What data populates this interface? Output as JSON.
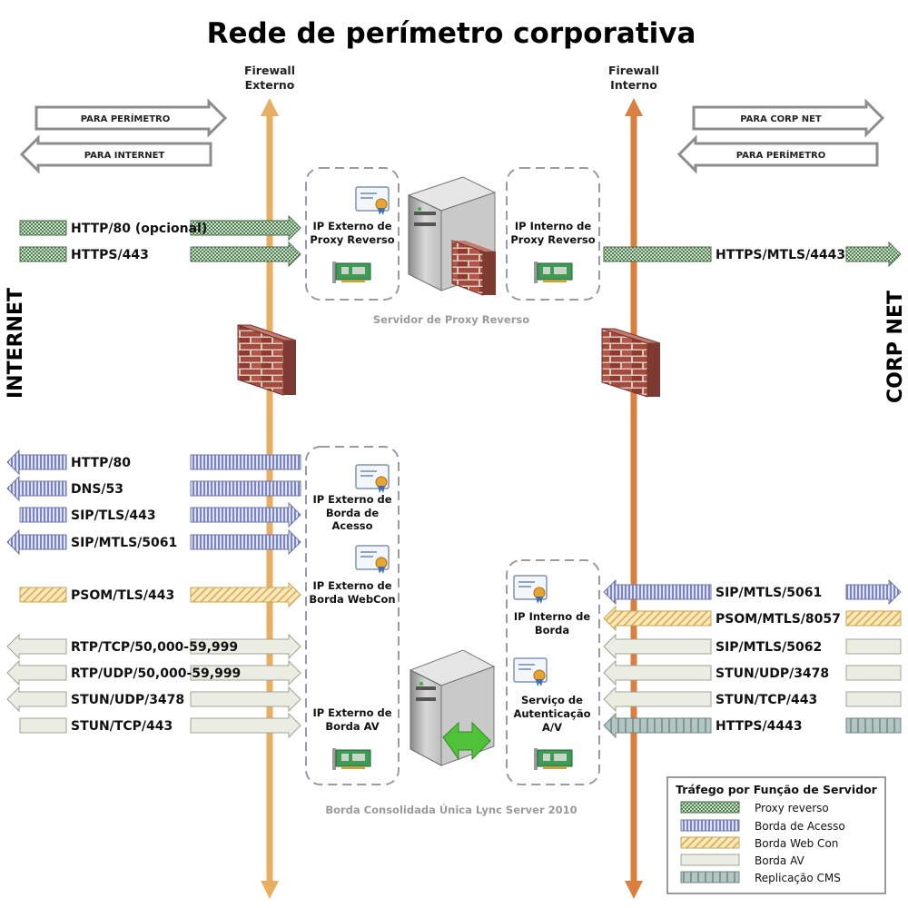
{
  "title": "Rede de perímetro corporativa",
  "sides": {
    "left": "INTERNET",
    "right": "CORP NET"
  },
  "firewalls": {
    "external": [
      "Firewall",
      "Externo"
    ],
    "internal": [
      "Firewall",
      "Interno"
    ]
  },
  "direction_arrows": {
    "left_to_perimeter": "PARA PERÍMETRO",
    "left_to_internet": "PARA INTERNET",
    "right_to_corpnet": "PARA CORP NET",
    "right_to_perimeter": "PARA PERÍMETRO"
  },
  "servers": {
    "reverse_proxy": {
      "caption": "Servidor de Proxy Reverso",
      "external_ip": [
        "IP Externo de",
        "Proxy Reverso"
      ],
      "internal_ip": [
        "IP Interno de",
        "Proxy Reverso"
      ]
    },
    "edge": {
      "caption": "Borda Consolidada Única Lync Server 2010",
      "access_ip": [
        "IP Externo de",
        "Borda de",
        "Acesso"
      ],
      "webcon_ip": [
        "IP Externo de",
        "Borda WebCon"
      ],
      "av_ip": [
        "IP Externo de",
        "Borda AV"
      ],
      "internal_ip": [
        "IP Interno de",
        "Borda"
      ],
      "av_auth": [
        "Serviço de",
        "Autenticação",
        "A/V"
      ]
    }
  },
  "external_flows": [
    {
      "label": "HTTP/80 (opcional)",
      "type": "proxy",
      "dir": "in"
    },
    {
      "label": "HTTPS/443",
      "type": "proxy",
      "dir": "in"
    },
    {
      "label": "HTTP/80",
      "type": "access",
      "dir": "out"
    },
    {
      "label": "DNS/53",
      "type": "access",
      "dir": "out"
    },
    {
      "label": "SIP/TLS/443",
      "type": "access",
      "dir": "in"
    },
    {
      "label": "SIP/MTLS/5061",
      "type": "access",
      "dir": "both"
    },
    {
      "label": "PSOM/TLS/443",
      "type": "webcon",
      "dir": "in"
    },
    {
      "label": "RTP/TCP/50,000-59,999",
      "type": "av",
      "dir": "both"
    },
    {
      "label": "RTP/UDP/50,000-59,999",
      "type": "av",
      "dir": "both"
    },
    {
      "label": "STUN/UDP/3478",
      "type": "av",
      "dir": "both"
    },
    {
      "label": "STUN/TCP/443",
      "type": "av",
      "dir": "in"
    }
  ],
  "internal_flows": [
    {
      "label": "HTTPS/MTLS/4443",
      "type": "proxy",
      "dir": "in"
    },
    {
      "label": "SIP/MTLS/5061",
      "type": "access",
      "dir": "both"
    },
    {
      "label": "PSOM/MTLS/8057",
      "type": "webcon",
      "dir": "out"
    },
    {
      "label": "SIP/MTLS/5062",
      "type": "av",
      "dir": "out"
    },
    {
      "label": "STUN/UDP/3478",
      "type": "av",
      "dir": "out"
    },
    {
      "label": "STUN/TCP/443",
      "type": "av",
      "dir": "out"
    },
    {
      "label": "HTTPS/4443",
      "type": "cms",
      "dir": "out"
    }
  ],
  "legend": {
    "title": "Tráfego por Função de Servidor",
    "items": [
      {
        "label": "Proxy reverso",
        "type": "proxy"
      },
      {
        "label": "Borda de Acesso",
        "type": "access"
      },
      {
        "label": "Borda Web Con",
        "type": "webcon"
      },
      {
        "label": "Borda AV",
        "type": "av"
      },
      {
        "label": "Replicação CMS",
        "type": "cms"
      }
    ]
  },
  "colors": {
    "external_firewall": "#e8ae62",
    "internal_firewall": "#d98040",
    "proxy": "#6b9a6b",
    "access": "#8e97c9",
    "webcon": "#f1d591",
    "av": "#ecede2",
    "cms": "#a9bcb8"
  }
}
